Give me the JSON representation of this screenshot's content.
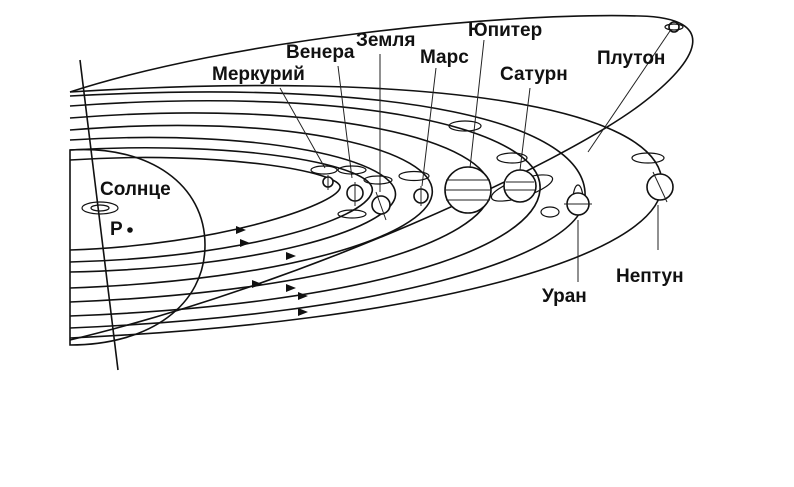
{
  "diagram": {
    "labels": {
      "sun": "Солнце",
      "perihelion": "P",
      "mercury": "Меркурий",
      "venus": "Венера",
      "earth": "Земля",
      "mars": "Марс",
      "jupiter": "Юпитер",
      "saturn": "Сатурн",
      "uranus": "Уран",
      "neptune": "Нептун",
      "pluto": "Плутон"
    },
    "colors": {
      "line": "#111111",
      "background": "#ffffff"
    }
  }
}
